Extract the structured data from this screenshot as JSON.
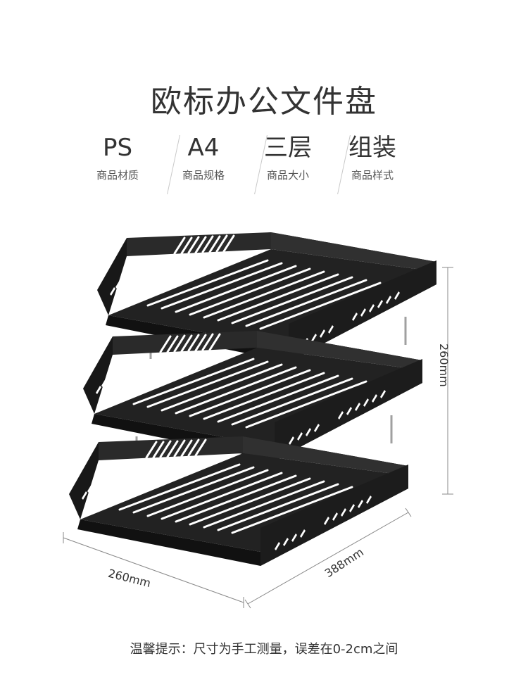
{
  "header": {
    "title": "欧标办公文件盘"
  },
  "specs": [
    {
      "value": "PS",
      "label": "商品材质"
    },
    {
      "value": "A4",
      "label": "商品规格"
    },
    {
      "value": "三层",
      "label": "商品大小"
    },
    {
      "value": "组装",
      "label": "商品样式"
    }
  ],
  "dimensions": {
    "height": "260mm",
    "width": "260mm",
    "depth": "388mm"
  },
  "footer": {
    "note": "温馨提示：尺寸为手工测量，误差在0-2cm之间"
  },
  "colors": {
    "tray": "#1f1f1f",
    "tray_light": "#3a3a3a",
    "slot": "#ffffff",
    "rod": "#9a9a9a"
  }
}
